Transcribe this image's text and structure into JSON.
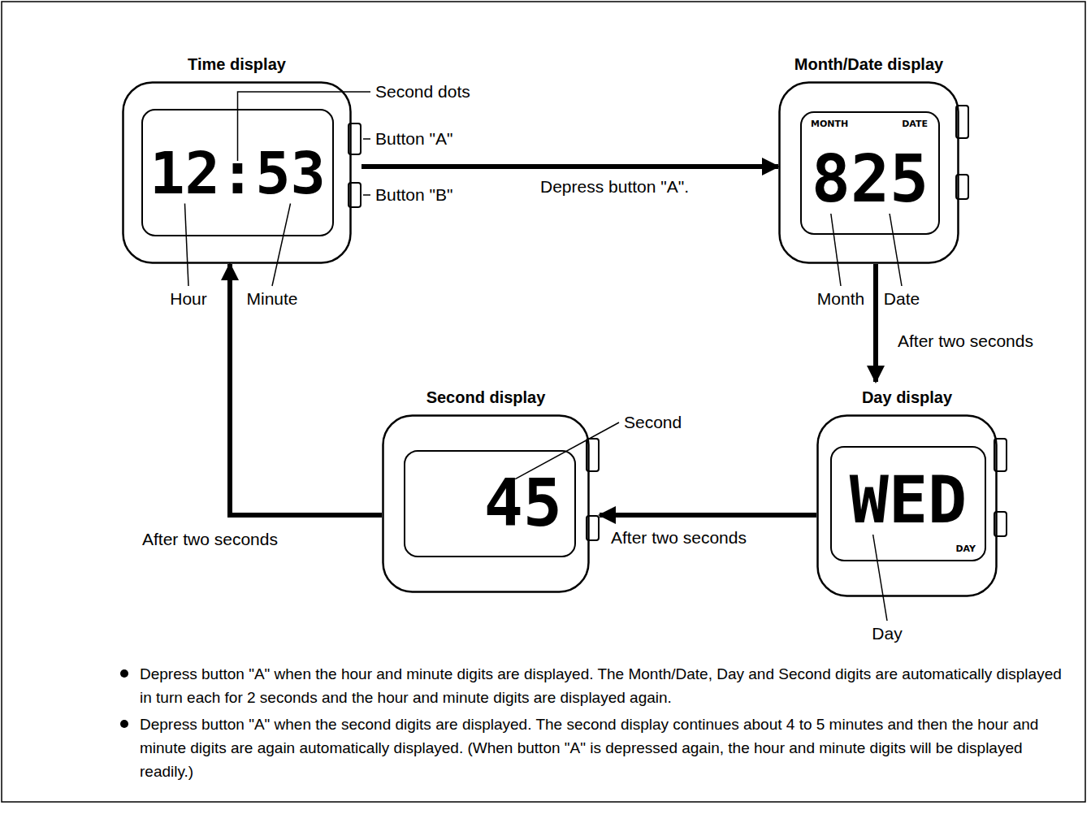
{
  "diagram": {
    "nodes": [
      {
        "text": [
          "Time display",
          "12:53"
        ]
      },
      {
        "text": [
          "Month/Date display",
          "MONTH",
          "DATE",
          "825"
        ]
      },
      {
        "text": [
          "Day display",
          "WED",
          "DAY"
        ]
      },
      {
        "text": [
          "Second display",
          "45"
        ]
      }
    ],
    "edges": [
      {
        "from": 0,
        "to": 1,
        "arrow": "to",
        "label": "Depress button \"A\"."
      },
      {
        "from": 1,
        "to": 2,
        "arrow": "to",
        "label": "After two seconds"
      },
      {
        "from": 2,
        "to": 3,
        "arrow": "to",
        "label": "After two seconds"
      },
      {
        "from": 3,
        "to": 0,
        "arrow": "to",
        "label": "After two seconds"
      }
    ],
    "labels": [
      "Second dots",
      "Button \"A\"",
      "Button \"B\"",
      "Hour",
      "Minute",
      "Month",
      "Date",
      "Second",
      "Day",
      "Depress button \"A\" when the hour and minute digits are displayed. The Month/Date, Day and Second digits are automatically displayed in turn each for 2 seconds and the hour and minute digits are displayed again.",
      "Depress button \"A\" when the second digits are displayed. The second display continues about 4 to 5 minutes and then the hour and minute digits are again automatically displayed. (When button \"A\" is depressed again, the hour and minute digits will be displayed readily.)"
    ]
  }
}
